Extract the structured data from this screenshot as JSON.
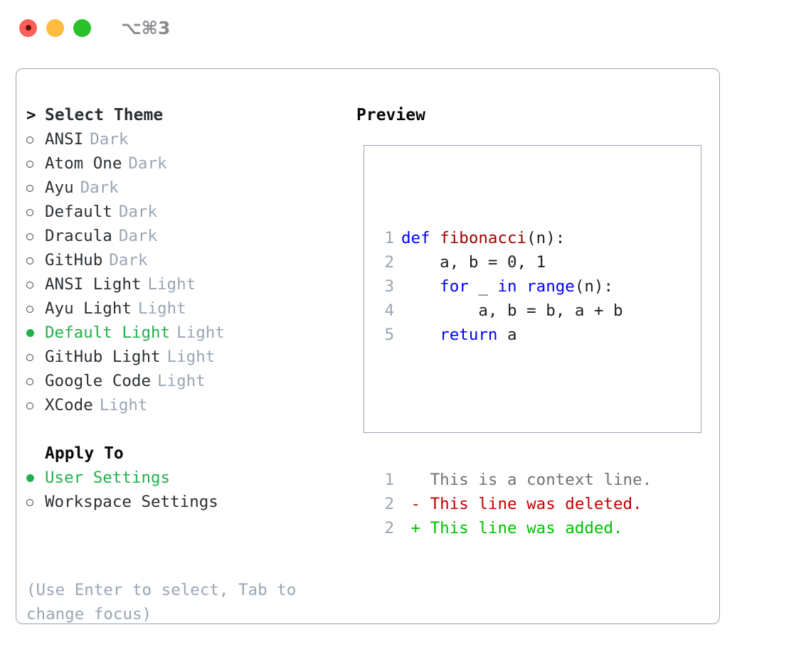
{
  "window": {
    "title": "⌥⌘3",
    "traffic_lights": [
      {
        "name": "close",
        "color": "#fc6058"
      },
      {
        "name": "minimize",
        "color": "#fdbc40"
      },
      {
        "name": "zoom",
        "color": "#2ac02a"
      }
    ]
  },
  "theme_picker": {
    "header": {
      "prompt": ">",
      "title": "Select Theme"
    },
    "selected_marker": "●",
    "unselected_marker": "○",
    "items": [
      {
        "name": "ANSI",
        "variant": "Dark",
        "selected": false
      },
      {
        "name": "Atom One",
        "variant": "Dark",
        "selected": false
      },
      {
        "name": "Ayu",
        "variant": "Dark",
        "selected": false
      },
      {
        "name": "Default",
        "variant": "Dark",
        "selected": false
      },
      {
        "name": "Dracula",
        "variant": "Dark",
        "selected": false
      },
      {
        "name": "GitHub",
        "variant": "Dark",
        "selected": false
      },
      {
        "name": "ANSI Light",
        "variant": "Light",
        "selected": false
      },
      {
        "name": "Ayu Light",
        "variant": "Light",
        "selected": false
      },
      {
        "name": "Default Light",
        "variant": "Light",
        "selected": true
      },
      {
        "name": "GitHub Light",
        "variant": "Light",
        "selected": false
      },
      {
        "name": "Google Code",
        "variant": "Light",
        "selected": false
      },
      {
        "name": "XCode",
        "variant": "Light",
        "selected": false
      }
    ]
  },
  "apply_to": {
    "title": "Apply To",
    "items": [
      {
        "name": "User Settings",
        "selected": true
      },
      {
        "name": "Workspace Settings",
        "selected": false
      }
    ]
  },
  "hint": "(Use Enter to select, Tab to change focus)",
  "preview": {
    "title": "Preview",
    "code_lines": [
      {
        "number": "1",
        "tokens": [
          {
            "text": "def ",
            "kind": "kw"
          },
          {
            "text": "fibonacci",
            "kind": "fn"
          },
          {
            "text": "(n):",
            "kind": "plain"
          }
        ]
      },
      {
        "number": "2",
        "tokens": [
          {
            "text": "    a, b = 0, 1",
            "kind": "plain"
          }
        ]
      },
      {
        "number": "3",
        "tokens": [
          {
            "text": "    for ",
            "kind": "kw"
          },
          {
            "text": "_ ",
            "kind": "plain"
          },
          {
            "text": "in range",
            "kind": "kw"
          },
          {
            "text": "(n):",
            "kind": "plain"
          }
        ]
      },
      {
        "number": "4",
        "tokens": [
          {
            "text": "        a, b = b, a + b",
            "kind": "plain"
          }
        ]
      },
      {
        "number": "5",
        "tokens": [
          {
            "text": "    return ",
            "kind": "kw"
          },
          {
            "text": "a",
            "kind": "plain"
          }
        ]
      }
    ],
    "diff_lines": [
      {
        "number": "1",
        "tokens": [
          {
            "text": "   This is a context line.",
            "kind": "ctx"
          }
        ]
      },
      {
        "number": "2",
        "tokens": [
          {
            "text": " - This line was deleted.",
            "kind": "del"
          }
        ]
      },
      {
        "number": "2",
        "tokens": [
          {
            "text": " + This line was added.",
            "kind": "add"
          }
        ]
      }
    ]
  },
  "colors": {
    "accent_green": "#22b14c",
    "muted": "#9aa5b4",
    "keyword_blue": "#0000ff",
    "function_red": "#a00000",
    "diff_deleted": "#c40000",
    "diff_added": "#00c000",
    "border": "#9aa5b4"
  }
}
